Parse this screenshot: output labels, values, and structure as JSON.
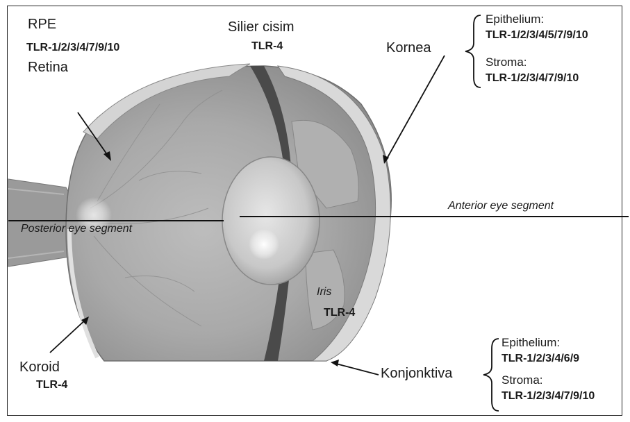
{
  "labels": {
    "rpe": "RPE",
    "rpe_tlr": "TLR-1/2/3/4/7/9/10",
    "retina": "Retina",
    "silier": "Silier cisim",
    "silier_tlr": "TLR-4",
    "kornea": "Kornea",
    "kornea_epi_title": "Epithelium:",
    "kornea_epi_tlr": "TLR-1/2/3/4/5/7/9/10",
    "kornea_stroma_title": "Stroma:",
    "kornea_stroma_tlr": "TLR-1/2/3/4/7/9/10",
    "anterior": "Anterior eye segment",
    "posterior": "Posterior eye segment",
    "iris": "Iris",
    "iris_tlr": "TLR-4",
    "koroid": "Koroid",
    "koroid_tlr": "TLR-4",
    "konj": "Konjonktiva",
    "konj_epi_title": "Epithelium:",
    "konj_epi_tlr": "TLR-1/2/3/4/6/9",
    "konj_stroma_title": "Stroma:",
    "konj_stroma_tlr": "TLR-1/2/3/4/7/9/10"
  }
}
